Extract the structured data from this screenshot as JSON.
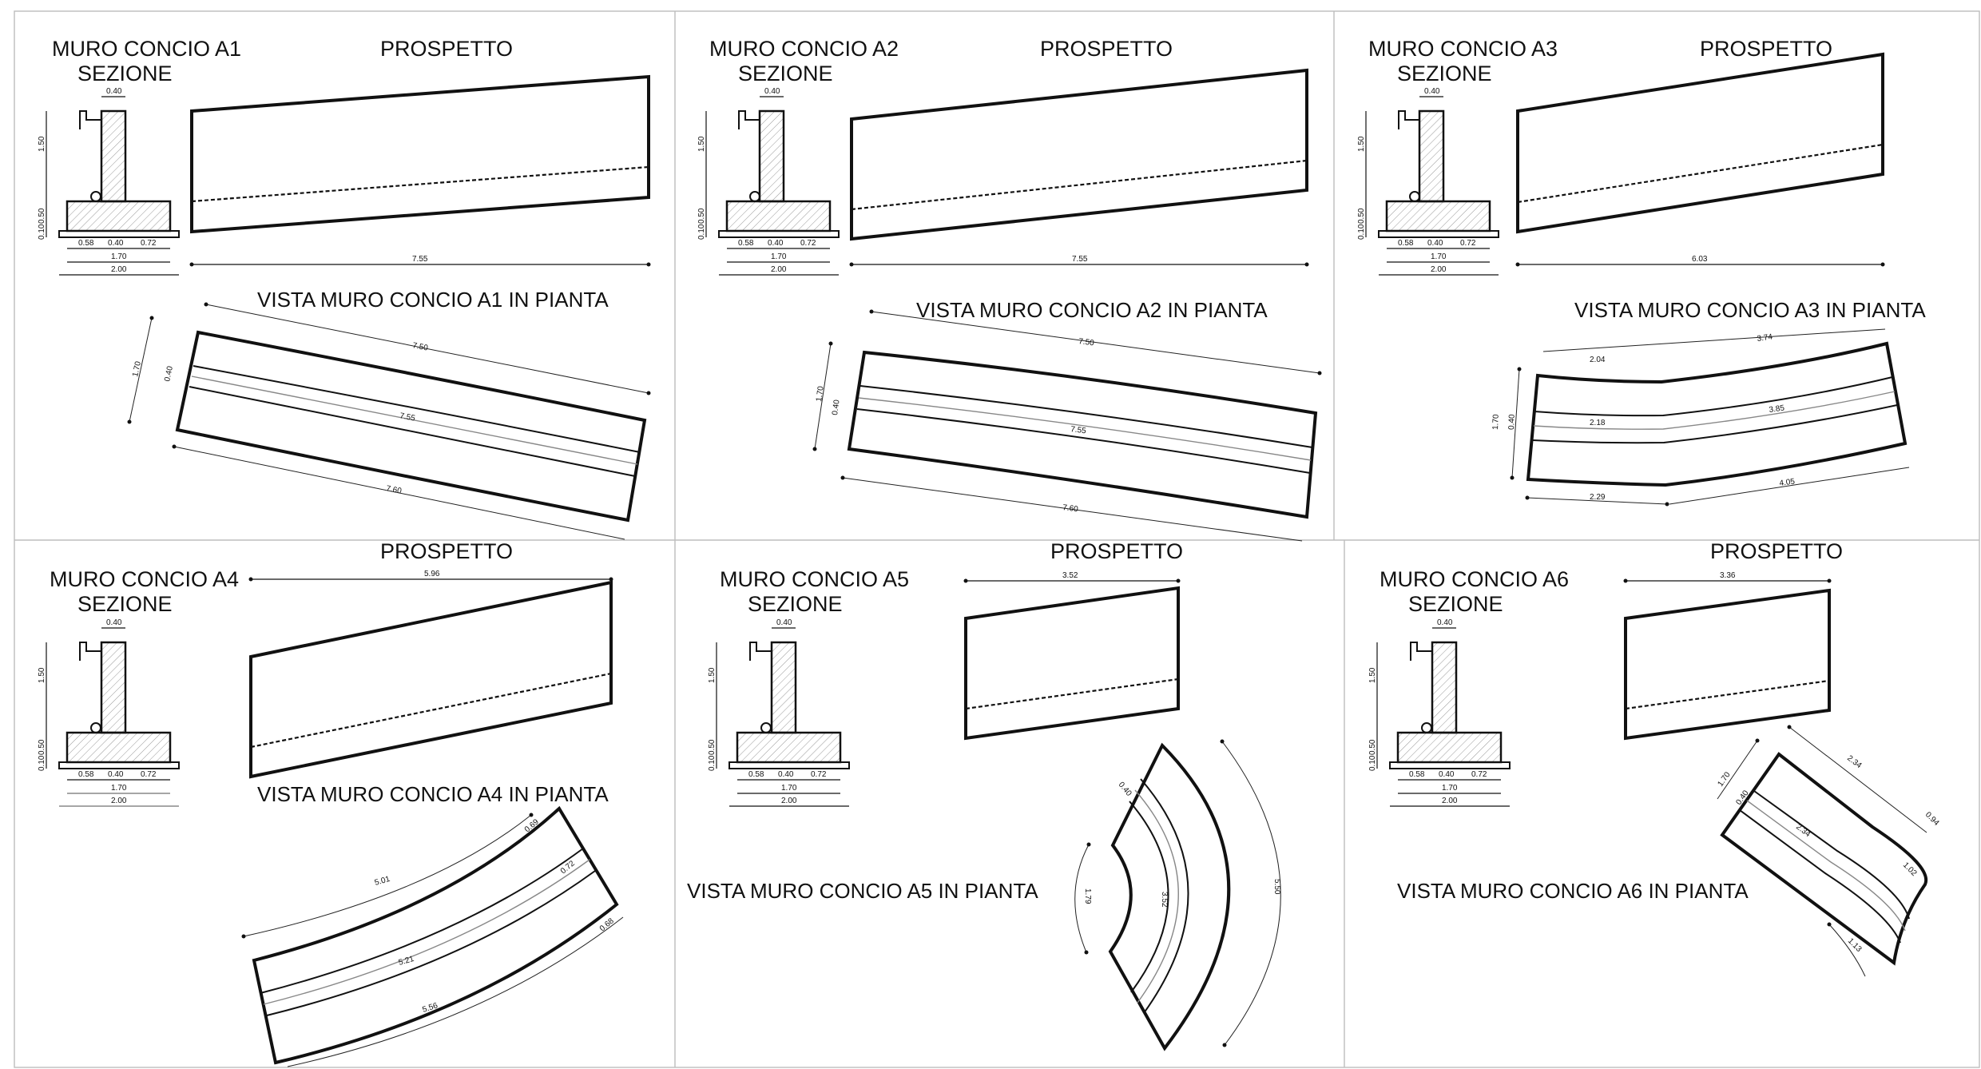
{
  "labels": {
    "section": "SEZIONE",
    "elevation": "PROSPETTO"
  },
  "section_dims": {
    "top": "0.40",
    "height": "1.50",
    "base": "0.50",
    "lean": "0.10",
    "left": "0.58",
    "mid": "0.40",
    "right": "0.72",
    "footing": "1.70",
    "total": "2.00"
  },
  "panels": [
    {
      "title": "MURO CONCIO A1",
      "length": "7.55",
      "plan_title": "VISTA MURO CONCIO A1 IN PIANTA",
      "plan_dims": [
        "7.50",
        "7.55",
        "7.60",
        "1.70",
        "0.40"
      ]
    },
    {
      "title": "MURO CONCIO A2",
      "length": "7.55",
      "plan_title": "VISTA MURO CONCIO A2 IN PIANTA",
      "plan_dims": [
        "7.50",
        "7.55",
        "7.60",
        "1.70",
        "0.40"
      ]
    },
    {
      "title": "MURO CONCIO A3",
      "length": "6.03",
      "plan_title": "VISTA MURO CONCIO A3 IN PIANTA",
      "plan_dims": [
        "2.04",
        "3.74",
        "2.18",
        "3.85",
        "2.29",
        "4.05",
        "1.70",
        "0.40"
      ]
    },
    {
      "title": "MURO CONCIO A4",
      "length": "5.96",
      "plan_title": "VISTA MURO CONCIO A4 IN PIANTA",
      "plan_dims": [
        "5.01",
        "0.69",
        "0.72",
        "5.21",
        "5.56",
        "0.68"
      ]
    },
    {
      "title": "MURO CONCIO A5",
      "length": "3.52",
      "plan_title": "VISTA MURO CONCIO A5 IN PIANTA",
      "plan_dims": [
        "0.40",
        "1.79",
        "3.52",
        "5.50"
      ]
    },
    {
      "title": "MURO CONCIO A6",
      "length": "3.36",
      "plan_title": "VISTA MURO CONCIO A6 IN PIANTA",
      "plan_dims": [
        "2.34",
        "0.94",
        "1.70",
        "0.40",
        "2.34",
        "1.02",
        "1.13"
      ]
    }
  ]
}
